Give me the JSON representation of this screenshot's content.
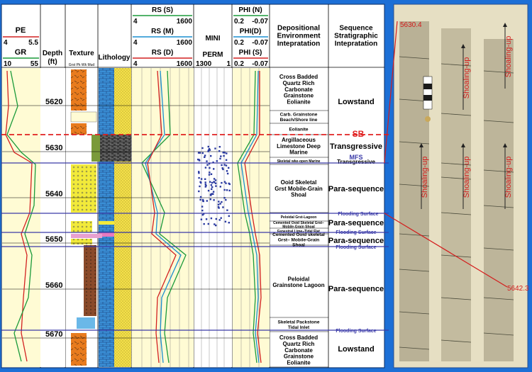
{
  "headers": {
    "pe": {
      "label": "PE",
      "min": "4",
      "max": "5.5",
      "color": "#d22020"
    },
    "gr": {
      "label": "GR",
      "min": "10",
      "max": "55",
      "color": "#1a9a3a"
    },
    "depth": {
      "label": "Depth",
      "unit": "(ft)"
    },
    "texture": {
      "label": "Texture",
      "sub": "Grst  Pk  Wk  Mud"
    },
    "lithology": {
      "label": "Lithology"
    },
    "rs_s": {
      "label": "RS (S)",
      "min": "4",
      "max": "1600",
      "color": "#1a9a3a"
    },
    "rs_m": {
      "label": "RS (M)",
      "min": "4",
      "max": "1600",
      "color": "#1a8fd0"
    },
    "rs_d": {
      "label": "RS (D)",
      "min": "4",
      "max": "1600",
      "color": "#d22020"
    },
    "mini": {
      "label": "MINI"
    },
    "perm": {
      "label": "PERM",
      "min": "1300",
      "max": "1"
    },
    "phi_n": {
      "label": "PHI (N)",
      "min": "0.2",
      "max": "-0.07",
      "color": "#1a9a3a"
    },
    "phi_d": {
      "label": "PHI(D)",
      "min": "0.2",
      "max": "-0.07",
      "color": "#1a8fd0"
    },
    "phi_s": {
      "label": "PHI (S)",
      "min": "0.2",
      "max": "-0.07",
      "color": "#d22020"
    },
    "env": {
      "label": "Depositional Environment Intepratation"
    },
    "seq": {
      "label": "Sequence Stratigraphic Intepratation"
    }
  },
  "depth_ticks": [
    "5620",
    "5630",
    "5640",
    "5650",
    "5660",
    "5670"
  ],
  "environments": [
    {
      "text": "Cross Badded Quartz Rich Carbonate Grainstone Eolianite"
    },
    {
      "text": "Carb. Grainstone Beach/Shore line"
    },
    {
      "text": "Eolianite"
    },
    {
      "text": "Argillaceous Limestone Deep Marine"
    },
    {
      "text": "Skeletal wke-open Marine"
    },
    {
      "text": "Ooid Skeletal Grst Mobile-Grain Shoal"
    },
    {
      "text": "Peloidal Grst-Lagoon"
    },
    {
      "text": "Cemented Ooid Skeletal Grst– Mobile-Grain Shoal"
    },
    {
      "text": "Fenestral Lime–Tidal Flat"
    },
    {
      "text": "Cemented Ooid skeletal Grst– Mobile-Grain Shoal"
    },
    {
      "text": "Peloidal Grainstone Lagoon"
    },
    {
      "text": "Skeletal Packstone Tidal Inlet"
    },
    {
      "text": "Cross Badded Quartz Rich Carbonate Grainstone Eolianite"
    }
  ],
  "sequences": [
    {
      "text": "Lowstand"
    },
    {
      "text": "Transgressive"
    },
    {
      "text": "Transgressive"
    },
    {
      "text": "Para-sequence"
    },
    {
      "text": "Para-sequence"
    },
    {
      "text": "Para-sequence"
    },
    {
      "text": "Para-sequence"
    },
    {
      "text": "Lowstand"
    }
  ],
  "surfaces": {
    "sb": "SB",
    "mfs": "MFS",
    "flooding": [
      "Flooding Surface",
      "Flooding Surface",
      "Flooding Surface",
      "Flooding Surface"
    ]
  },
  "core": {
    "top_label": "5630.4",
    "bottom_label": "5642.3",
    "shoaling": [
      "Shoaling-up",
      "Shoaling-up",
      "Shoaling-up",
      "Shoaling-up",
      "Shoaling-up"
    ]
  }
}
